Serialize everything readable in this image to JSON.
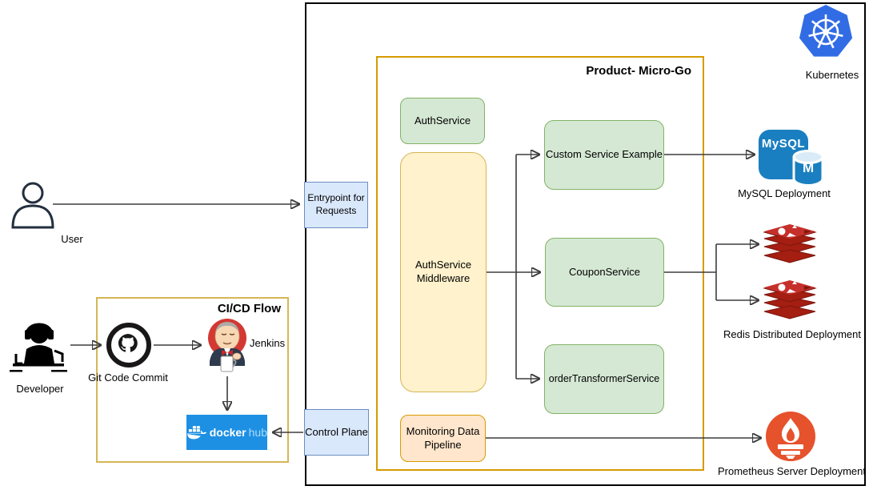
{
  "kubernetes": {
    "label": "Kubernetes"
  },
  "product": {
    "title": "Product- Micro-Go"
  },
  "services": {
    "auth": "AuthService",
    "middleware": "AuthService Middleware",
    "custom": "Custom Service Example",
    "coupon": "CouponService",
    "order_transformer": "orderTransformerService",
    "monitoring": "Monitoring Data Pipeline"
  },
  "gateway": {
    "entrypoint": "Entrypoint for Requests",
    "control_plane": "Control Plane"
  },
  "actors": {
    "user": "User",
    "developer": "Developer"
  },
  "cicd": {
    "title": "CI/CD Flow",
    "git_label": "Git Code Commit",
    "jenkins_label": "Jenkins",
    "dockerhub": {
      "docker": "docker",
      "hub": "hub"
    }
  },
  "deployments": {
    "mysql": {
      "logo": "MySQL",
      "m": "M",
      "label": "MySQL Deployment"
    },
    "redis": {
      "label": "Redis Distributed Deployment"
    },
    "prometheus": {
      "label": "Prometheus Server Deployment"
    }
  },
  "colors": {
    "product_border": "#d79b00",
    "cicd_border": "#d6b656",
    "green_fill": "#d5e8d4",
    "green_border": "#82b366",
    "yellow_fill": "#fff2cc",
    "yellow_border": "#d6b656",
    "peach_fill": "#ffe6cc",
    "peach_border": "#d79b00",
    "blue_fill": "#dae8fc",
    "blue_border": "#6c8ebf",
    "docker_blue": "#1d90e4",
    "kubernetes_blue": "#326ce5",
    "prometheus_orange": "#e6522c",
    "redis_red": "#a41e11",
    "mysql_blue": "#1a7fc0",
    "jenkins_red": "#d33833",
    "actor_navy": "#232f3e"
  }
}
